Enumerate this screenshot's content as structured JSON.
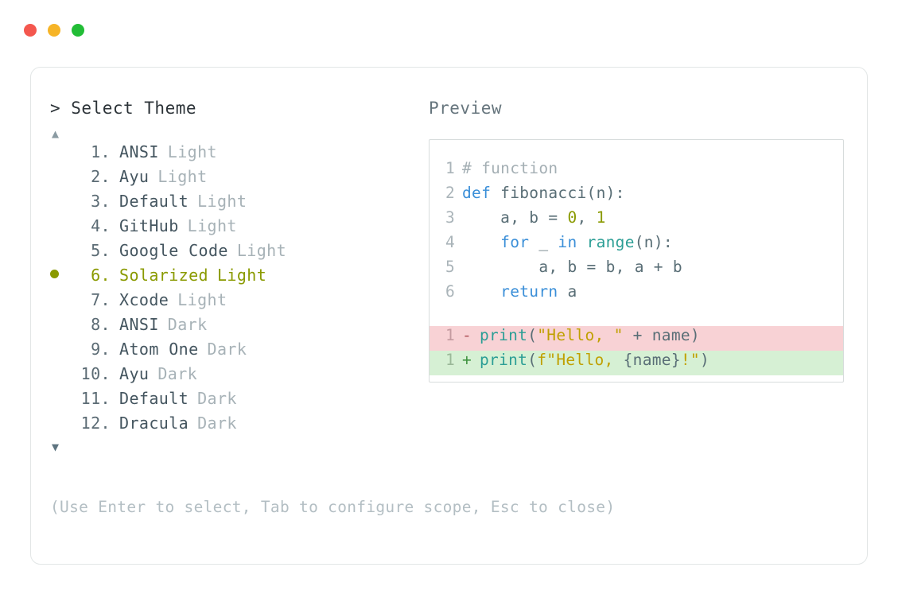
{
  "window": {
    "controls": [
      {
        "name": "close",
        "color": "#f4574e"
      },
      {
        "name": "minimize",
        "color": "#f6b427"
      },
      {
        "name": "zoom",
        "color": "#22bd36"
      }
    ]
  },
  "left_panel": {
    "title": "> Select Theme",
    "scroll_up_icon": "▲",
    "scroll_down_icon": "▼",
    "selected_index": 6,
    "selected_bullet": "●",
    "items": [
      {
        "number": "1.",
        "name": "ANSI",
        "variant": "Light",
        "selected": false
      },
      {
        "number": "2.",
        "name": "Ayu",
        "variant": "Light",
        "selected": false
      },
      {
        "number": "3.",
        "name": "Default",
        "variant": "Light",
        "selected": false
      },
      {
        "number": "4.",
        "name": "GitHub",
        "variant": "Light",
        "selected": false
      },
      {
        "number": "5.",
        "name": "Google Code",
        "variant": "Light",
        "selected": false
      },
      {
        "number": "6.",
        "name": "Solarized",
        "variant": "Light",
        "selected": true
      },
      {
        "number": "7.",
        "name": "Xcode",
        "variant": "Light",
        "selected": false
      },
      {
        "number": "8.",
        "name": "ANSI",
        "variant": "Dark",
        "selected": false
      },
      {
        "number": "9.",
        "name": "Atom One",
        "variant": "Dark",
        "selected": false
      },
      {
        "number": "10.",
        "name": "Ayu",
        "variant": "Dark",
        "selected": false
      },
      {
        "number": "11.",
        "name": "Default",
        "variant": "Dark",
        "selected": false
      },
      {
        "number": "12.",
        "name": "Dracula",
        "variant": "Dark",
        "selected": false
      }
    ]
  },
  "right_panel": {
    "title": "Preview",
    "code_lines": [
      {
        "ln": "1",
        "tokens": [
          {
            "t": "# function",
            "c": "tok-comment"
          }
        ]
      },
      {
        "ln": "2",
        "tokens": [
          {
            "t": "def",
            "c": "tok-kw"
          },
          {
            "t": " fibonacci(n):",
            "c": "tok-plain"
          }
        ]
      },
      {
        "ln": "3",
        "tokens": [
          {
            "t": "    a, b = ",
            "c": "tok-plain"
          },
          {
            "t": "0",
            "c": "tok-num"
          },
          {
            "t": ", ",
            "c": "tok-plain"
          },
          {
            "t": "1",
            "c": "tok-num"
          }
        ]
      },
      {
        "ln": "4",
        "tokens": [
          {
            "t": "    ",
            "c": "tok-plain"
          },
          {
            "t": "for",
            "c": "tok-kw"
          },
          {
            "t": " _ ",
            "c": "tok-plain"
          },
          {
            "t": "in",
            "c": "tok-kw"
          },
          {
            "t": " ",
            "c": "tok-plain"
          },
          {
            "t": "range",
            "c": "tok-fn"
          },
          {
            "t": "(n):",
            "c": "tok-plain"
          }
        ]
      },
      {
        "ln": "5",
        "tokens": [
          {
            "t": "        a, b = b, a + b",
            "c": "tok-plain"
          }
        ]
      },
      {
        "ln": "6",
        "tokens": [
          {
            "t": "    ",
            "c": "tok-plain"
          },
          {
            "t": "return",
            "c": "tok-kw"
          },
          {
            "t": " a",
            "c": "tok-plain"
          }
        ]
      }
    ],
    "diff_lines": [
      {
        "ln": "1",
        "sign": "-",
        "kind": "del",
        "tokens": [
          {
            "t": "print",
            "c": "tok-fn"
          },
          {
            "t": "(",
            "c": "tok-plain"
          },
          {
            "t": "\"Hello, \"",
            "c": "tok-str"
          },
          {
            "t": " + name)",
            "c": "tok-plain"
          }
        ]
      },
      {
        "ln": "1",
        "sign": "+",
        "kind": "add",
        "tokens": [
          {
            "t": "print",
            "c": "tok-fn"
          },
          {
            "t": "(",
            "c": "tok-plain"
          },
          {
            "t": "f\"Hello, ",
            "c": "tok-str"
          },
          {
            "t": "{name}",
            "c": "tok-plain"
          },
          {
            "t": "!\"",
            "c": "tok-str"
          },
          {
            "t": ")",
            "c": "tok-plain"
          }
        ]
      }
    ]
  },
  "footer": {
    "hint": "(Use Enter to select, Tab to configure scope, Esc to close)"
  },
  "colors": {
    "accent_selected": "#8a9a00",
    "keyword": "#3b8fd8",
    "function": "#2b9e95",
    "string": "#c0a000",
    "number": "#8a9a00",
    "comment": "#a4afb4",
    "diff_del_bg": "#f8d2d5",
    "diff_add_bg": "#d6f0d4"
  }
}
